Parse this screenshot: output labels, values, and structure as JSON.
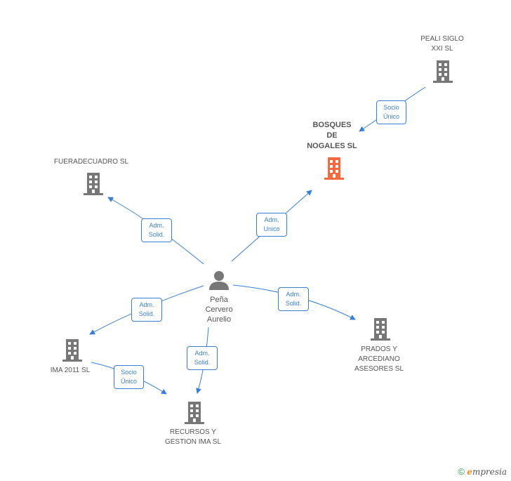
{
  "colors": {
    "edge": "#3a7fd5",
    "building": "#777777",
    "building_main": "#f26a3d",
    "person": "#777777"
  },
  "nodes": {
    "peali": {
      "label": "PEALI SIGLO\nXXI SL",
      "icon": "building-icon"
    },
    "bosques": {
      "label": "BOSQUES\nDE\nNOGALES SL",
      "icon": "building-icon"
    },
    "fueradecuadro": {
      "label": "FUERADECUADRO SL",
      "icon": "building-icon"
    },
    "pena": {
      "label": "Peña\nCervero\nAurelio",
      "icon": "person-icon"
    },
    "ima2011": {
      "label": "IMA 2011 SL",
      "icon": "building-icon"
    },
    "prados": {
      "label": "PRADOS Y\nARCEDIANO\nASESORES SL",
      "icon": "building-icon"
    },
    "recursos": {
      "label": "RECURSOS Y\nGESTION IMA SL",
      "icon": "building-icon"
    }
  },
  "edges": {
    "peali_bosques": "Socio\nÚnico",
    "pena_bosques": "Adm.\nUnico",
    "pena_fueradecuadro": "Adm.\nSolid.",
    "pena_ima2011": "Adm.\nSolid.",
    "pena_prados": "Adm.\nSolid.",
    "pena_recursos": "Adm.\nSolid.",
    "ima2011_recursos": "Socio\nÚnico"
  },
  "footer": {
    "copyright": "©",
    "brand_initial": "e",
    "brand_rest": "mpresia"
  }
}
